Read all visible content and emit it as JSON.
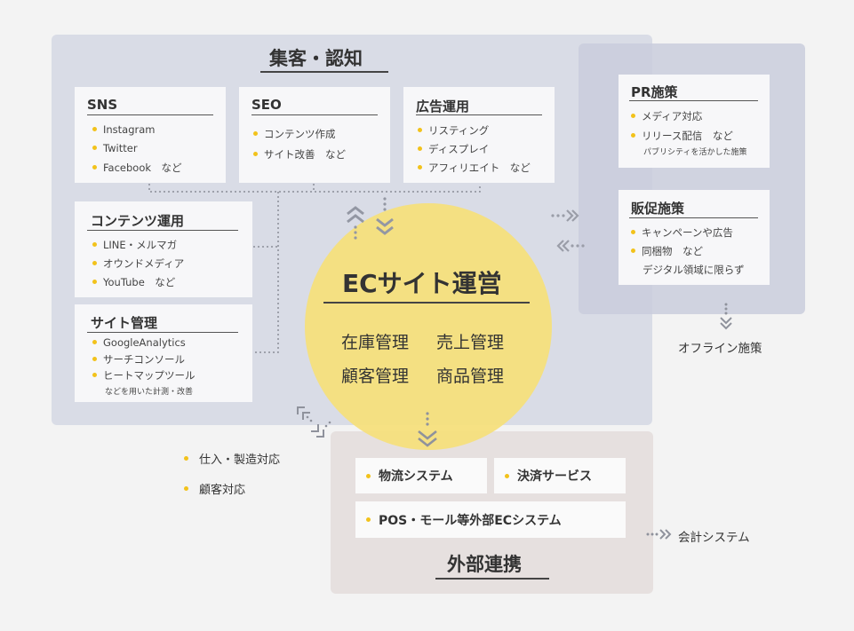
{
  "acquisition": {
    "title": "集客・認知",
    "cards": {
      "sns": {
        "title": "SNS",
        "items": [
          "Instagram",
          "Twitter",
          "Facebook　など"
        ]
      },
      "seo": {
        "title": "SEO",
        "items": [
          "コンテンツ作成",
          "サイト改善　など"
        ]
      },
      "ads": {
        "title": "広告運用",
        "items": [
          "リスティング",
          "ディスプレイ",
          "アフィリエイト　など"
        ]
      },
      "content": {
        "title": "コンテンツ運用",
        "items": [
          "LINE・メルマガ",
          "オウンドメディア",
          "YouTube　など"
        ]
      },
      "site": {
        "title": "サイト管理",
        "items": [
          "GoogleAnalytics",
          "サーチコンソール",
          "ヒートマップツール"
        ],
        "note": "などを用いた計測・改善"
      }
    }
  },
  "pr": {
    "cards": {
      "pr_measures": {
        "title": "PR施策",
        "items": [
          "メディア対応",
          "リリース配信　など"
        ],
        "note": "パブリシティを活かした施策"
      },
      "promo": {
        "title": "販促施策",
        "items": [
          "キャンペーンや広告",
          "同梱物　など"
        ],
        "note": "デジタル領域に限らず"
      }
    },
    "offline_label": "オフライン施策"
  },
  "center": {
    "title": "ECサイト運営",
    "items": [
      "在庫管理",
      "売上管理",
      "顧客管理",
      "商品管理"
    ]
  },
  "external": {
    "title": "外部連携",
    "items": [
      "物流システム",
      "決済サービス",
      "POS・モール等外部ECシステム"
    ],
    "accounting_label": "会計システム"
  },
  "left_items": [
    "仕入・製造対応",
    "顧客対応"
  ],
  "colors": {
    "accent": "#f2c21b",
    "circle": "#f6df7a",
    "panel_main": "#d9dce6",
    "panel_pr": "#c9ccdc",
    "panel_ext": "#e6e0df"
  }
}
